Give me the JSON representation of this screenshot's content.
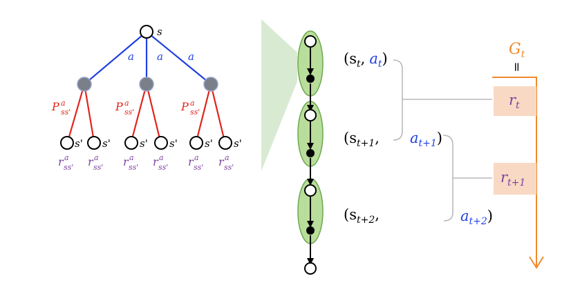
{
  "colors": {
    "blue": "#1f3fe0",
    "red": "#e0241b",
    "purple": "#7b3fa0",
    "orange": "#f08a2c",
    "green_fill": "#b9dd9a",
    "green_stroke": "#6aa84f",
    "peach": "#f8d9c3",
    "gray_node": "#7a7f8a",
    "wedge": "#d9ead3"
  },
  "backup_tree": {
    "root_label": "s",
    "action_label": "a",
    "transition_base": "P",
    "transition_sup": "a",
    "transition_sub": "ss'",
    "leaf_label": "s'",
    "reward_base": "r",
    "reward_sup": "a",
    "reward_sub": "ss'"
  },
  "trajectory": {
    "state_action_1": {
      "open": "(s",
      "state_sub": "t",
      "comma": ",",
      "action": "a",
      "action_sub": "t",
      "close": ")"
    },
    "state_2": {
      "open": "(s",
      "state_sub": "t+1",
      "comma": ","
    },
    "action_2": {
      "action": "a",
      "action_sub": "t+1",
      "close": ")"
    },
    "state_3": {
      "open": "(s",
      "state_sub": "t+2",
      "comma": ","
    },
    "action_3": {
      "action": "a",
      "action_sub": "t+2",
      "close": ")"
    }
  },
  "return_panel": {
    "G_base": "G",
    "G_sub": "t",
    "equals": "=",
    "reward_1_base": "r",
    "reward_1_sub": "t",
    "reward_2_base": "r",
    "reward_2_sub": "t+1"
  }
}
